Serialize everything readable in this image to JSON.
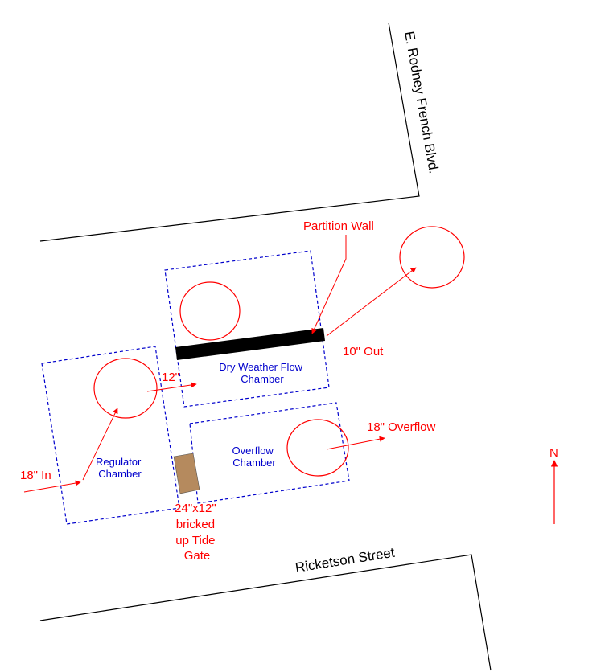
{
  "colors": {
    "street": "#000000",
    "flow": "#ff0000",
    "chamber": "#0000cc",
    "wall": "#000000",
    "gate": "#b58a5e"
  },
  "streets": {
    "rodney_french": "E. Rodney French Blvd.",
    "ricketson": "Ricketson Street"
  },
  "labels": {
    "partition_wall": "Partition Wall",
    "out_10": "10\" Out",
    "pipe_12": "12\"",
    "overflow_18": "18\" Overflow",
    "in_18": "18\" In",
    "tide_gate": [
      "24\"x12\"",
      "bricked",
      "up Tide",
      "Gate"
    ],
    "north": "N"
  },
  "chambers": {
    "dry_weather": [
      "Dry Weather Flow",
      "Chamber"
    ],
    "overflow": [
      "Overflow",
      "Chamber"
    ],
    "regulator": [
      "Regulator",
      "Chamber"
    ]
  }
}
